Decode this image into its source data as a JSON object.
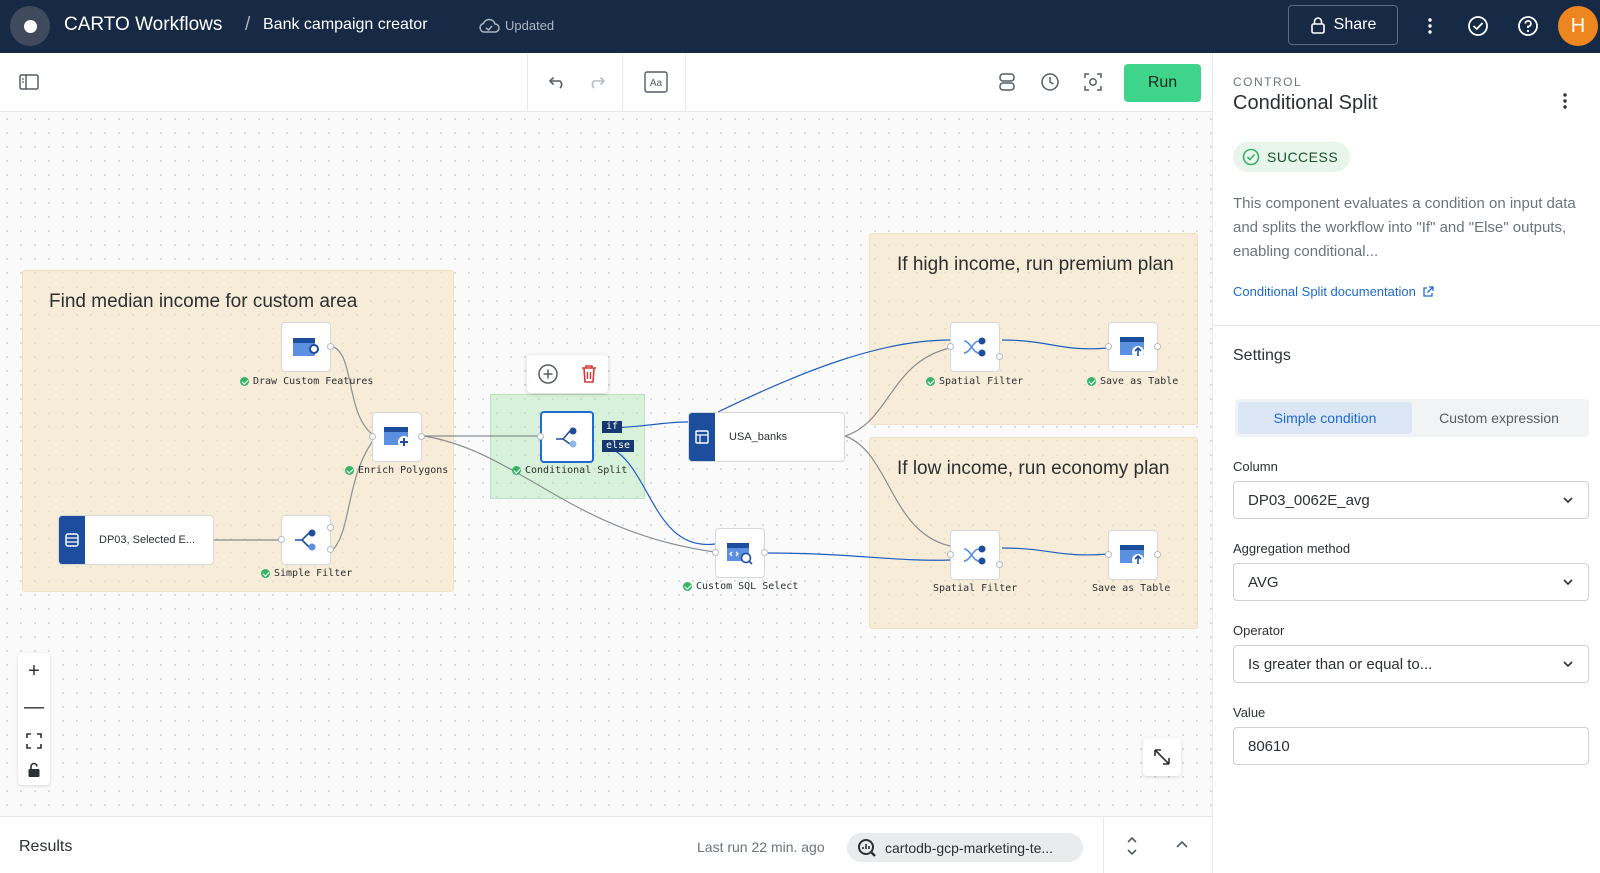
{
  "header": {
    "app_title": "CARTO Workflows",
    "separator": "/",
    "workflow_name": "Bank campaign creator",
    "save_status": "Updated",
    "share_label": "Share",
    "avatar_initial": "H"
  },
  "toolbar": {
    "run_label": "Run"
  },
  "canvas": {
    "groups": [
      {
        "title": "Find median income for custom area"
      },
      {
        "title": "If high income, run premium plan"
      },
      {
        "title": "If low income, run economy plan"
      }
    ],
    "nodes": {
      "draw_custom_features": "Draw Custom Features",
      "enrich_polygons": "Enrich Polygons",
      "dp03_selected": "DP03, Selected E...",
      "simple_filter": "Simple Filter",
      "conditional_split": "Conditional Split",
      "usa_banks": "USA_banks",
      "custom_sql_select": "Custom SQL Select",
      "spatial_filter_high": "Spatial Filter",
      "save_as_table_high": "Save as Table",
      "spatial_filter_low": "Spatial Filter",
      "save_as_table_low": "Save as Table"
    },
    "split_tags": {
      "if": "if",
      "else": "else"
    }
  },
  "results": {
    "title": "Results",
    "last_run": "Last run 22 min. ago",
    "connection": "cartodb-gcp-marketing-te..."
  },
  "panel": {
    "eyebrow": "CONTROL",
    "title": "Conditional Split",
    "status": "SUCCESS",
    "description": "This component evaluates a condition on input data and splits the workflow into \"If\" and \"Else\" outputs, enabling conditional...",
    "doc_link": "Conditional Split documentation",
    "settings_title": "Settings",
    "mode_options": [
      "Simple condition",
      "Custom expression"
    ],
    "fields": {
      "column_label": "Column",
      "column_value": "DP03_0062E_avg",
      "aggregation_label": "Aggregation method",
      "aggregation_value": "AVG",
      "operator_label": "Operator",
      "operator_value": "Is greater than or equal to...",
      "value_label": "Value",
      "value_value": "80610"
    }
  },
  "colors": {
    "header_bg": "#162945",
    "run_green": "#3ed48a",
    "link_blue": "#1d6ad1",
    "avatar_orange": "#ee8620",
    "group_fill": "#f3e0bb",
    "success_green": "#38b36a"
  }
}
